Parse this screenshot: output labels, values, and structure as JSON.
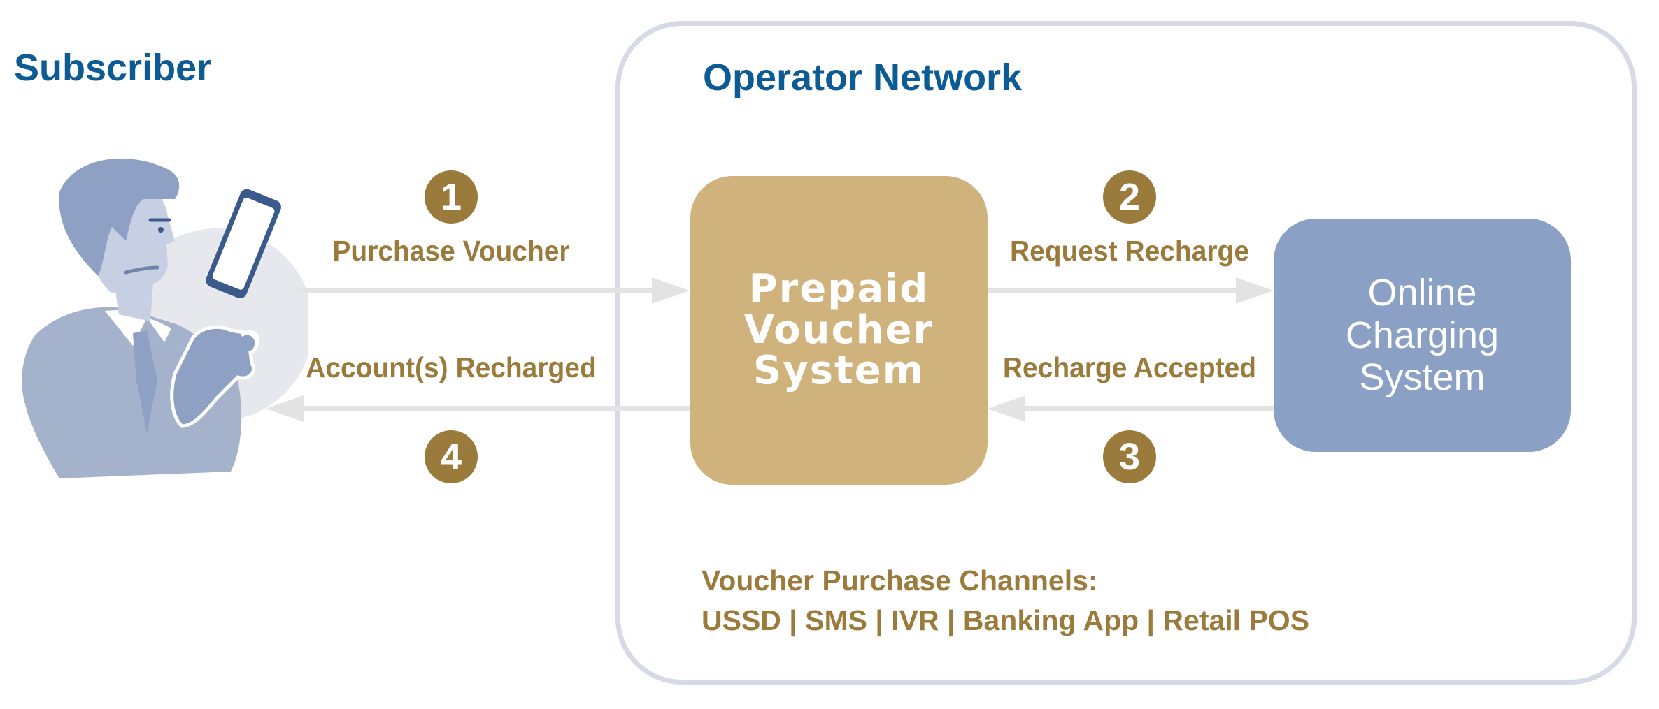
{
  "subscriber": {
    "heading": "Subscriber"
  },
  "operator_network": {
    "heading": "Operator Network"
  },
  "steps": [
    {
      "number": "1",
      "label": "Purchase Voucher"
    },
    {
      "number": "2",
      "label": "Request Recharge"
    },
    {
      "number": "3",
      "label": "Recharge Accepted"
    },
    {
      "number": "4",
      "label": "Account(s) Recharged"
    }
  ],
  "boxes": {
    "prepaid_voucher_system": "Prepaid\nVoucher\nSystem",
    "online_charging_system": "Online\nCharging\nSystem"
  },
  "channels": {
    "title": "Voucher Purchase Channels:",
    "list": "USSD | SMS | IVR | Banking App | Retail POS"
  },
  "colors": {
    "heading_blue": "#0c5b94",
    "accent_gold": "#9b7b3c",
    "pvs_box": "#d0b27c",
    "ocs_box": "#8aa0c4",
    "panel_border": "#d5dae6",
    "arrow_gray": "#e3e3e3"
  },
  "icons": {
    "subscriber_illustration": "person-with-phone-icon"
  }
}
